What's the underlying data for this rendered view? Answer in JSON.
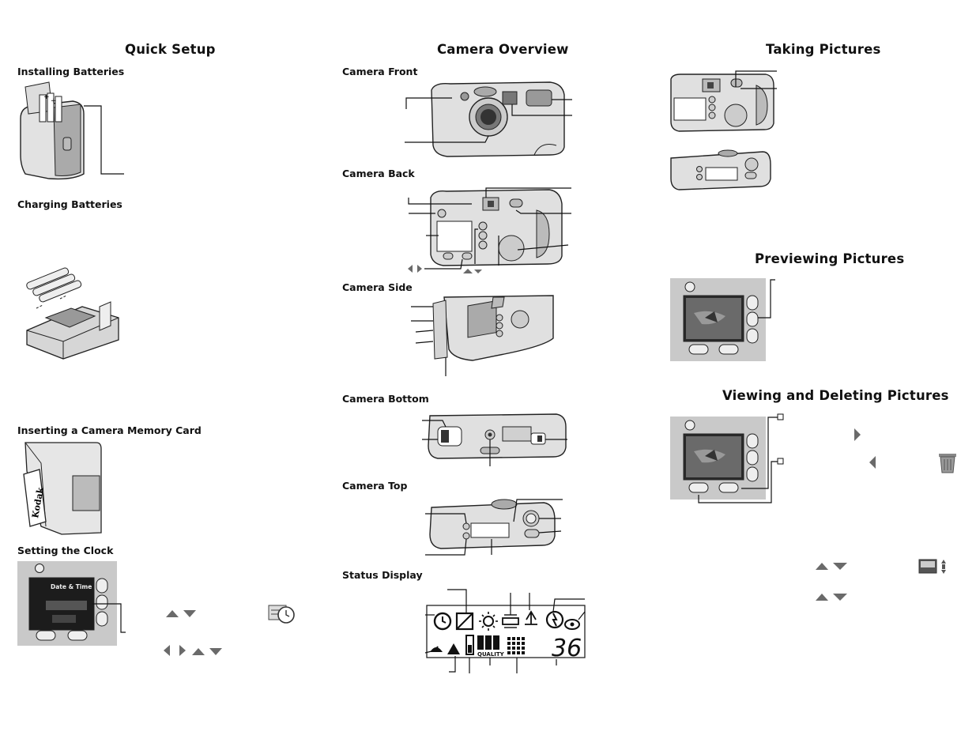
{
  "quick_setup": {
    "title": "Quick Setup",
    "installing_batteries": "Installing Batteries",
    "charging_batteries": "Charging Batteries",
    "inserting_card": "Inserting a Camera Memory Card",
    "setting_clock": "Setting the Clock",
    "clock_screen_title": "Date & Time",
    "card_brand": "Kodak"
  },
  "camera_overview": {
    "title": "Camera Overview",
    "front": "Camera Front",
    "back": "Camera Back",
    "side": "Camera Side",
    "bottom": "Camera Bottom",
    "top": "Camera Top",
    "status_display": "Status Display",
    "quality_label": "QUALITY",
    "picture_count": "36"
  },
  "taking_pictures": {
    "title": "Taking Pictures"
  },
  "previewing_pictures": {
    "title": "Previewing Pictures"
  },
  "viewing_deleting": {
    "title": "Viewing and Deleting Pictures"
  },
  "icons": [
    "up-arrow",
    "down-arrow",
    "left-arrow",
    "right-arrow",
    "clock-setup-icon",
    "trash-icon",
    "picture-scroll-icon"
  ],
  "colors": {
    "ink": "#111111",
    "panel_gray": "#c9c9c9",
    "arrow_gray": "#6a6a6a"
  }
}
